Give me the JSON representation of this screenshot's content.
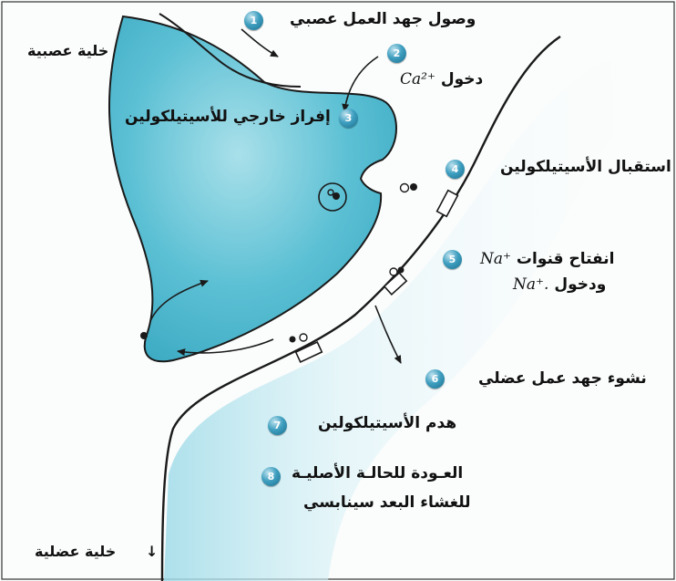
{
  "labels": {
    "neuron_cell": "خلية عصبية",
    "muscle_cell": "خلية عضلية",
    "muscle_arrow": "↓"
  },
  "steps": [
    {
      "number": "1",
      "text": "وصول جهد العمل عصبي"
    },
    {
      "number": "2",
      "text": "دخول",
      "ion": "Ca²⁺"
    },
    {
      "number": "3",
      "text": "إفراز خارجي للأسيتيلكولين"
    },
    {
      "number": "4",
      "text": "استقبال الأسيتيلكولين"
    },
    {
      "number": "5",
      "text": "انفتاح قنوات",
      "ion": "Na⁺",
      "text2": "ودخول",
      "ion2": "Na⁺."
    },
    {
      "number": "6",
      "text": "نشوء جهد عمل عضلي"
    },
    {
      "number": "7",
      "text": "هدم الأسيتيلكولين"
    },
    {
      "number": "8",
      "text": "العـودة للحالـة الأصليـة",
      "text2": "للغشاء البعد سينابسي"
    }
  ],
  "colors": {
    "neuron_fill": "#5cc0d4",
    "muscle_fill": "#cdeef5",
    "membrane": "#1a1a1a",
    "badge": "#2d8fb3"
  }
}
